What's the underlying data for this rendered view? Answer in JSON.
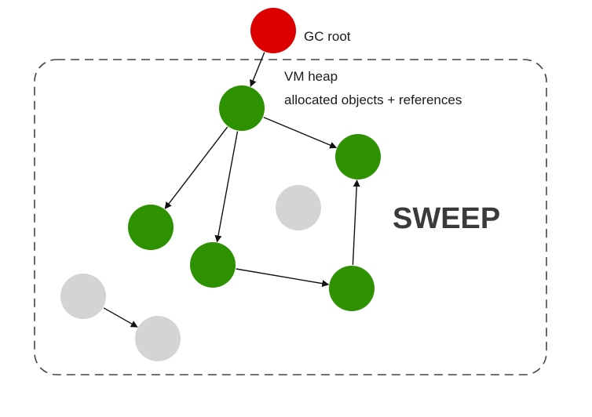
{
  "labels": {
    "gc_root": "GC root",
    "heap_title": "VM heap",
    "heap_subtitle": "allocated objects + references",
    "phase": "SWEEP"
  },
  "colors": {
    "root": "#dd0000",
    "reachable": "#2e9200",
    "unreachable": "#d4d4d4",
    "edge": "#111111",
    "heap_border": "#444444"
  },
  "nodes": [
    {
      "id": "root",
      "state": "root"
    },
    {
      "id": "a",
      "state": "reachable"
    },
    {
      "id": "b",
      "state": "reachable"
    },
    {
      "id": "c",
      "state": "reachable"
    },
    {
      "id": "d",
      "state": "reachable"
    },
    {
      "id": "e",
      "state": "reachable"
    },
    {
      "id": "f",
      "state": "unreachable"
    },
    {
      "id": "g",
      "state": "unreachable"
    },
    {
      "id": "h",
      "state": "unreachable"
    }
  ],
  "edges": [
    {
      "from": "root",
      "to": "a"
    },
    {
      "from": "a",
      "to": "b"
    },
    {
      "from": "a",
      "to": "c"
    },
    {
      "from": "a",
      "to": "d"
    },
    {
      "from": "d",
      "to": "e"
    },
    {
      "from": "e",
      "to": "b"
    },
    {
      "from": "g",
      "to": "h"
    }
  ]
}
